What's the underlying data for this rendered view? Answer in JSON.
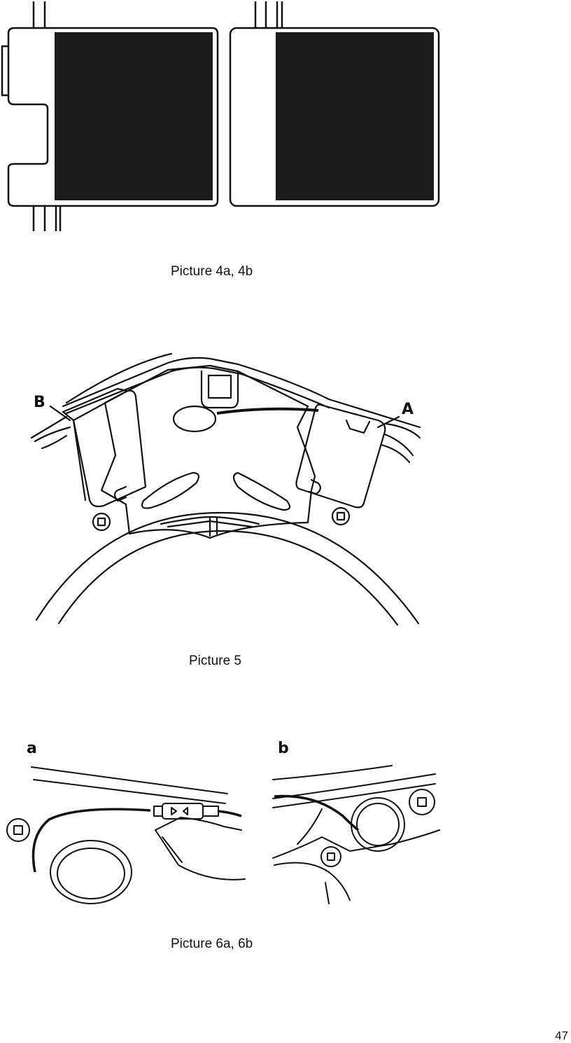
{
  "figures": {
    "fig4": {
      "caption": "Picture 4a, 4b"
    },
    "fig5": {
      "caption": "Picture 5",
      "label_b": "B",
      "label_a": "A"
    },
    "fig6": {
      "caption": "Picture 6a, 6b",
      "label_a": "a",
      "label_b": "b"
    }
  },
  "page_number": "47"
}
